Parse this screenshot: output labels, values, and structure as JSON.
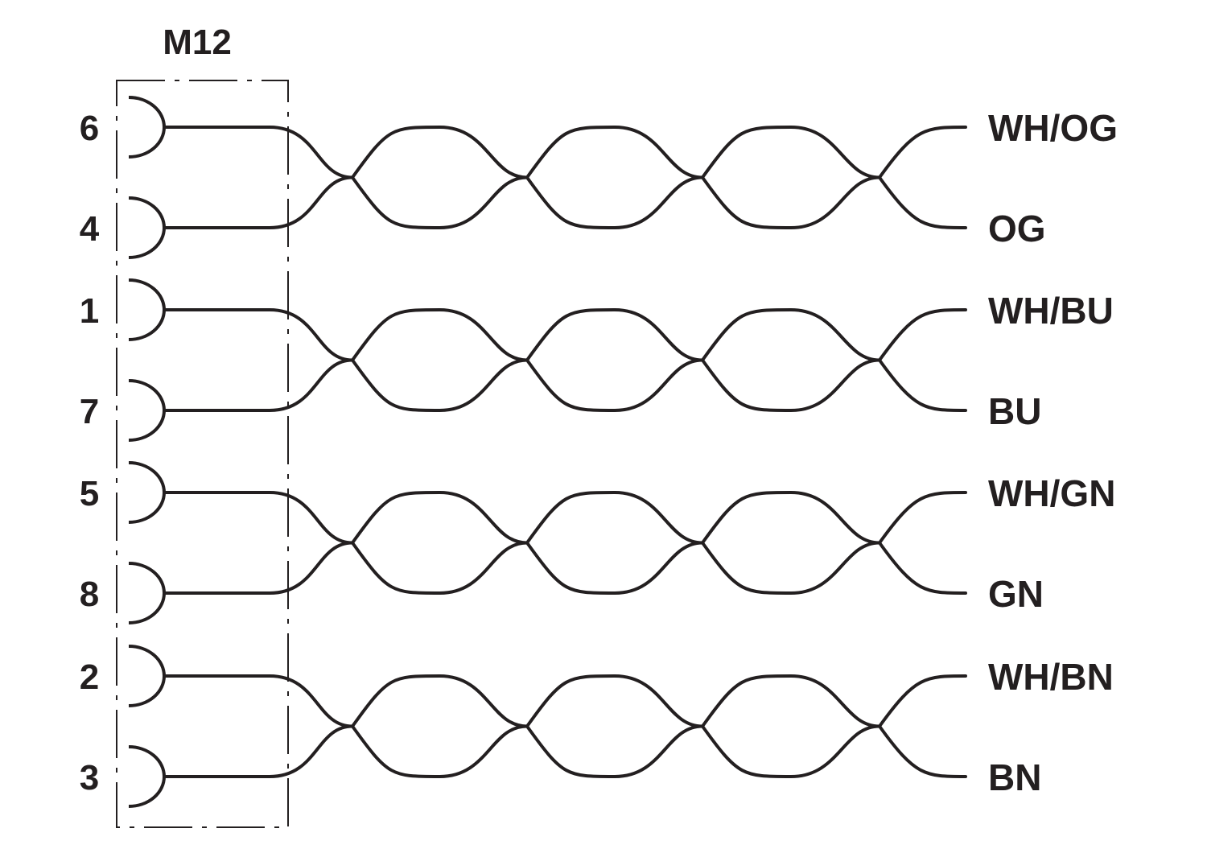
{
  "connector": {
    "title": "M12"
  },
  "pairs": [
    {
      "pins": [
        "6",
        "4"
      ],
      "colors": [
        "WH/OG",
        "OG"
      ]
    },
    {
      "pins": [
        "1",
        "7"
      ],
      "colors": [
        "WH/BU",
        "BU"
      ]
    },
    {
      "pins": [
        "5",
        "8"
      ],
      "colors": [
        "WH/GN",
        "GN"
      ]
    },
    {
      "pins": [
        "2",
        "3"
      ],
      "colors": [
        "WH/BN",
        "BN"
      ]
    }
  ],
  "style": {
    "line_color": "#231f20",
    "background": "#ffffff"
  }
}
